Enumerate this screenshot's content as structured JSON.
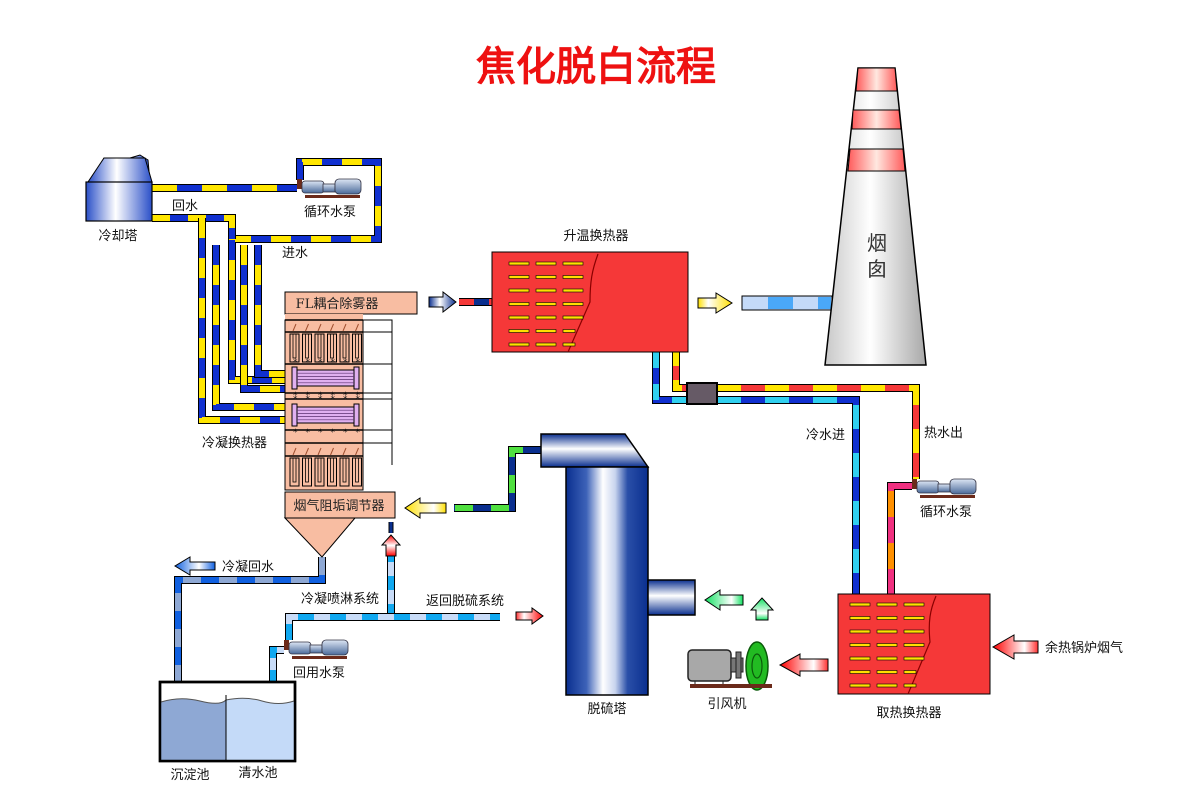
{
  "title": "焦化脱白流程",
  "colors": {
    "title": "#ee1111",
    "heat_exchanger": "#f53838",
    "exchanger_fins": "#ffe000",
    "condenser_body": "#f8bda2",
    "tower_blue": "#0a2f8f",
    "cold_pipe_a": "#1030d0",
    "cold_pipe_b": "#ffe600",
    "spray_pipe_a": "#c8dcf8",
    "spray_pipe_b": "#10a8f0",
    "hot_pipe_a": "#f53838",
    "hot_pipe_b": "#ffe600",
    "fan_green": "#22cc22"
  },
  "labels": {
    "cooling_tower": "冷却塔",
    "return_water": "回水",
    "inlet_water": "进水",
    "circulating_pump_top": "循环水泵",
    "demister": "FL耦合除雾器",
    "condensing_exchanger": "冷凝换热器",
    "fouling_regulator": "烟气阻垢调节器",
    "condensate_return": "冷凝回水",
    "condensing_spray": "冷凝喷淋系统",
    "return_desulfurization": "返回脱硫系统",
    "reuse_pump": "回用水泵",
    "sedimentation_tank": "沉淀池",
    "clear_water_tank": "清水池",
    "heating_exchanger": "升温换热器",
    "chimney": "烟囱",
    "cold_water_in": "冷水进",
    "hot_water_out": "热水出",
    "circulating_pump_right": "循环水泵",
    "desulfurization_tower": "脱硫塔",
    "induced_fan": "引风机",
    "heat_recovery_exchanger": "取热换热器",
    "boiler_flue_gas": "余热锅炉烟气"
  }
}
